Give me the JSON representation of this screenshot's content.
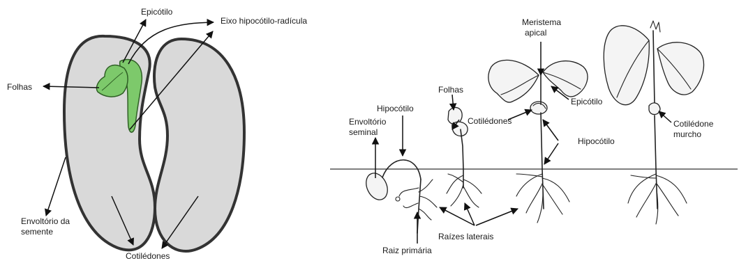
{
  "seed_diagram": {
    "labels": {
      "epicotyl": "Epicótilo",
      "hypocotyl_radicle_axis": "Eixo hipocótilo-radícula",
      "leaves": "Folhas",
      "seed_coat_line1": "Envoltório da",
      "seed_coat_line2": "semente",
      "cotyledons": "Cotilédones"
    },
    "colors": {
      "cotyledon_fill": "#d9d9d9",
      "embryo_green": "#7dc96b",
      "outline": "#333333"
    }
  },
  "germination_diagram": {
    "labels": {
      "apical_meristem_line1": "Meristema",
      "apical_meristem_line2": "apical",
      "leaves": "Folhas",
      "epicotyl": "Epicótilo",
      "hypocotyl_top": "Hipocótilo",
      "hypocotyl_right": "Hipocótilo",
      "seed_coat_line1": "Envoltório",
      "seed_coat_line2": "seminal",
      "cotyledons": "Cotilédones",
      "withered_cotyledon_line1": "Cotilédone",
      "withered_cotyledon_line2": "murcho",
      "lateral_roots": "Raízes laterais",
      "primary_root": "Raiz primária"
    }
  }
}
